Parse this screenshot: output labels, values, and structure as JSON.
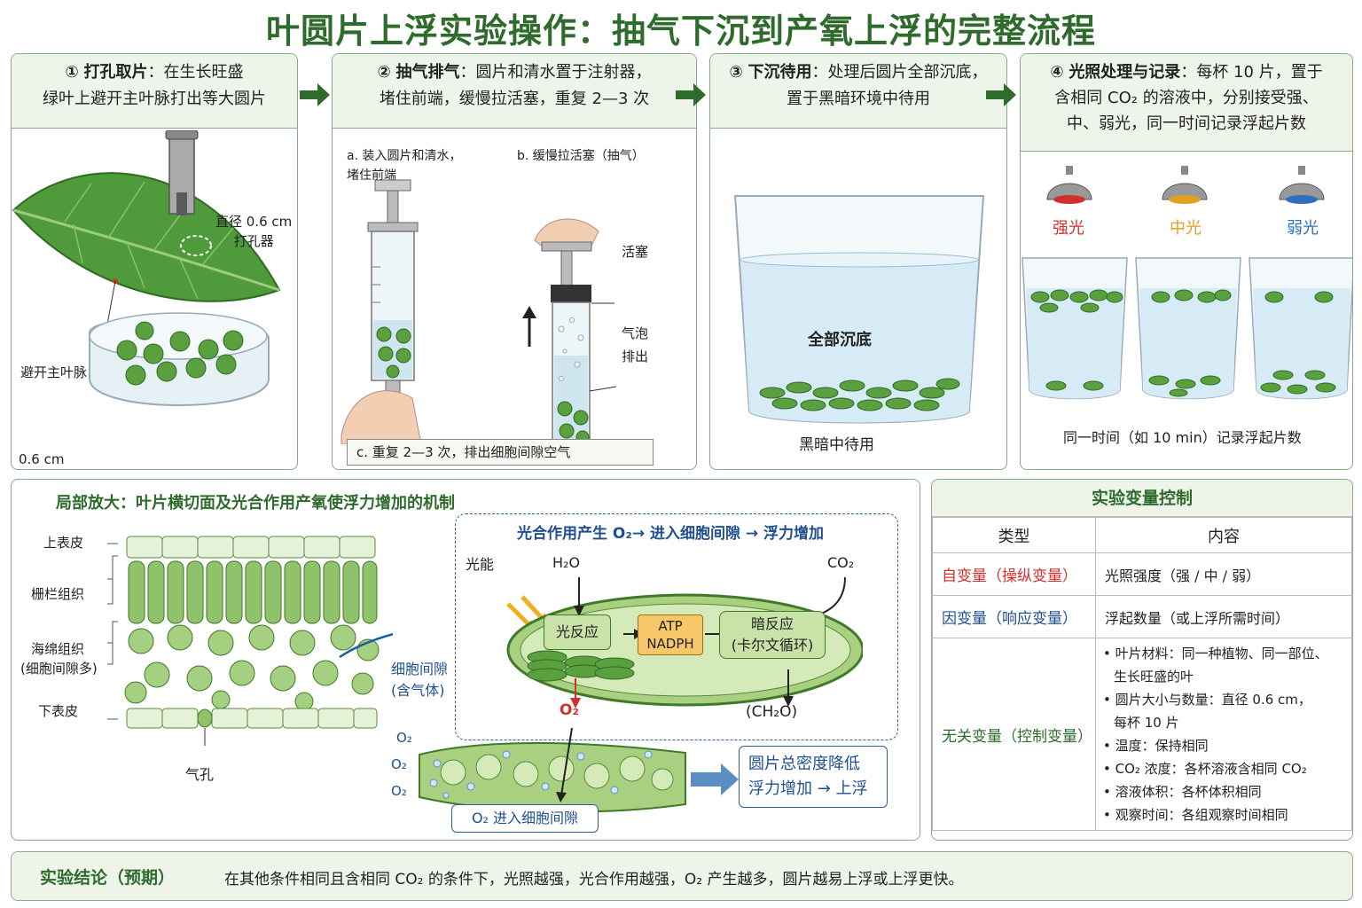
{
  "title": "叶圆片上浮实验操作：抽气下沉到产氧上浮的完整流程",
  "steps": [
    {
      "num": "①",
      "name": "打孔取片",
      "text": "：在生长旺盛",
      "text2": "绿叶上避开主叶脉打出等大圆片"
    },
    {
      "num": "②",
      "name": "抽气排气",
      "text": "：圆片和清水置于注射器，",
      "text2": "堵住前端，缓慢拉活塞，重复 2—3 次"
    },
    {
      "num": "③",
      "name": "下沉待用",
      "text": "：处理后圆片全部沉底，",
      "text2": "置于黑暗环境中待用"
    },
    {
      "num": "④",
      "name": "光照处理与记录",
      "text": "：每杯 10 片，置于",
      "text2": "含相同 CO₂ 的溶液中，分别接受强、",
      "text3": "中、弱光，同一时间记录浮起片数"
    }
  ],
  "step1": {
    "punch_label": "直径 0.6 cm",
    "punch_label2": "打孔器",
    "vein_label": "避开主叶脉",
    "scale_label": "0.6 cm"
  },
  "step2": {
    "a_label": "a. 装入圆片和清水，",
    "a_label2": "堵住前端",
    "b_label": "b. 缓慢拉活塞（抽气）",
    "plunger_label": "活塞",
    "bubble_label": "气泡",
    "bubble_label2": "排出",
    "c_label": "c. 重复 2—3 次，排出细胞间隙空气"
  },
  "step3": {
    "sink_label": "全部沉底",
    "dark_label": "黑暗中待用"
  },
  "step4": {
    "lights": [
      {
        "label": "强光",
        "color": "#d0312d"
      },
      {
        "label": "中光",
        "color": "#e0a020"
      },
      {
        "label": "弱光",
        "color": "#2f6fbf"
      }
    ],
    "record_label": "同一时间（如 10 min）记录浮起片数"
  },
  "mechanism": {
    "title": "局部放大：叶片横切面及光合作用产氧使浮力增加的机制",
    "layers": [
      "上表皮",
      "栅栏组织",
      "海绵组织",
      "(细胞间隙多)",
      "下表皮",
      "气孔"
    ],
    "gap_label": "细胞间隙",
    "gap_label2": "(含气体)",
    "inset_title": "光合作用产生 O₂→ 进入细胞间隙 → 浮力增加",
    "light_energy": "光能",
    "h2o": "H₂O",
    "co2": "CO₂",
    "light_reaction": "光反应",
    "atp": "ATP",
    "nadph": "NADPH",
    "dark_reaction": "暗反应",
    "calvin": "(卡尔文循环)",
    "o2": "O₂",
    "ch2o": "(CH₂O)",
    "o2_enter": "O₂ 进入细胞间隙",
    "result": "圆片总密度降低",
    "result2": "浮力增加 → 上浮"
  },
  "variables": {
    "title": "实验变量控制",
    "headers": [
      "类型",
      "内容"
    ],
    "independent": {
      "type": "自变量（操纵变量）",
      "content": "光照强度（强 / 中 / 弱）"
    },
    "dependent": {
      "type": "因变量（响应变量）",
      "content": "浮起数量（或上浮所需时间）"
    },
    "controlled": {
      "type": "无关变量（控制变量）",
      "items": [
        "叶片材料：同一种植物、同一部位、",
        "生长旺盛的叶",
        "圆片大小与数量：直径 0.6 cm，",
        "每杯 10 片",
        "温度：保持相同",
        "CO₂ 浓度：各杯溶液含相同 CO₂",
        "溶液体积：各杯体积相同",
        "观察时间：各组观察时间相同"
      ]
    }
  },
  "conclusion": {
    "label": "实验结论（预期）",
    "text": "在其他条件相同且含相同 CO₂ 的条件下，光照越强，光合作用越强，O₂ 产生越多，圆片越易上浮或上浮更快。"
  },
  "colors": {
    "title": "#2e6b2c",
    "panel_head": "#eef4ea",
    "border": "#8aa88a",
    "leaf": "#4f9a3a",
    "water": "#d6ebf5",
    "strong": "#d0312d",
    "medium": "#e0a020",
    "weak": "#2f6fbf",
    "blue_text": "#1f4f8f"
  }
}
